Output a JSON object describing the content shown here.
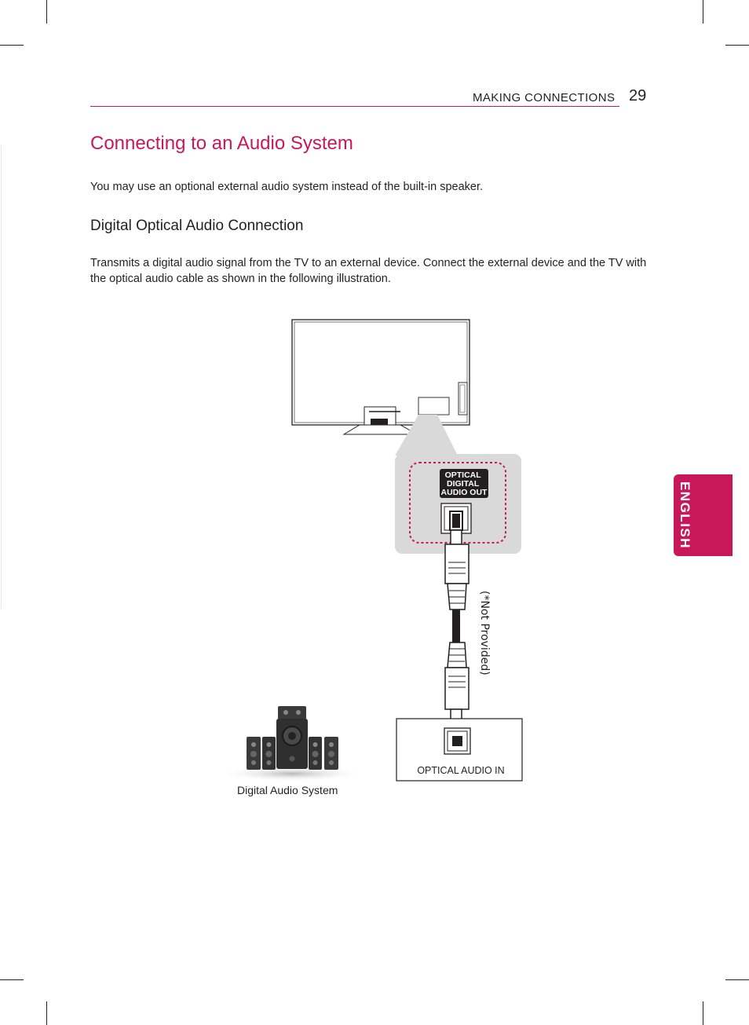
{
  "header": {
    "section": "MAKING CONNECTIONS",
    "page_number": "29"
  },
  "title": "Connecting to an Audio System",
  "intro": "You may use an optional external audio system instead of the built-in speaker.",
  "section": {
    "heading": "Digital Optical Audio Connection",
    "body": "Transmits a digital audio signal from the TV to an external device. Connect the external device and the TV with the optical audio cable as shown in the following illustration."
  },
  "side_tab": {
    "label": "ENGLISH"
  },
  "diagram": {
    "port_label_lines": [
      "OPTICAL",
      "DIGITAL",
      "AUDIO OUT"
    ],
    "cable_note": "(*Not Provided)",
    "input_label": "OPTICAL AUDIO IN",
    "device_caption": "Digital Audio System"
  },
  "colors": {
    "accent": "#c8185a",
    "text": "#231f20",
    "callout_bg": "#d9d9da"
  }
}
